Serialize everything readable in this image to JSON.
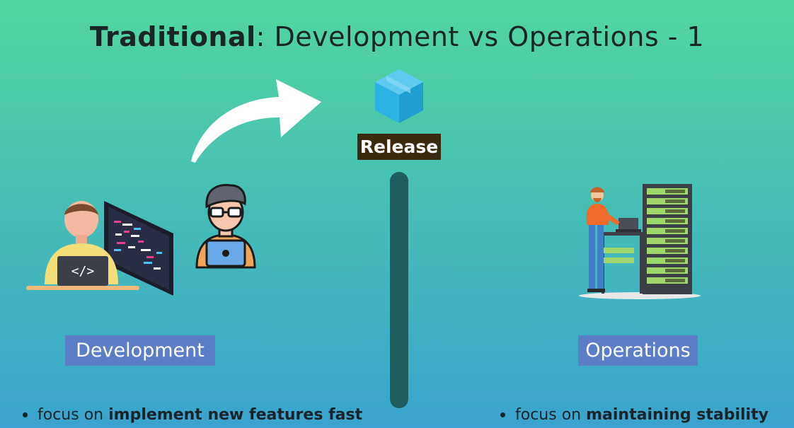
{
  "title": {
    "bold": "Traditional",
    "rest": ": Development vs Operations - 1"
  },
  "release": {
    "label": "Release"
  },
  "development": {
    "label": "Development",
    "bullet_prefix": "focus on ",
    "bullet_bold": "implement new features fast"
  },
  "operations": {
    "label": "Operations",
    "bullet_prefix": "focus on ",
    "bullet_bold": "maintaining stability"
  },
  "colors": {
    "label_bg": "#5b7fc7",
    "release_bg": "#3b2a10",
    "divider": "#1f5e5e",
    "box": "#2bb3e3"
  },
  "icons": [
    "package-box-icon",
    "curved-arrow-icon",
    "developer-laptop-icon",
    "developer-glasses-icon",
    "operations-server-rack-icon",
    "bullet-dot-icon"
  ]
}
